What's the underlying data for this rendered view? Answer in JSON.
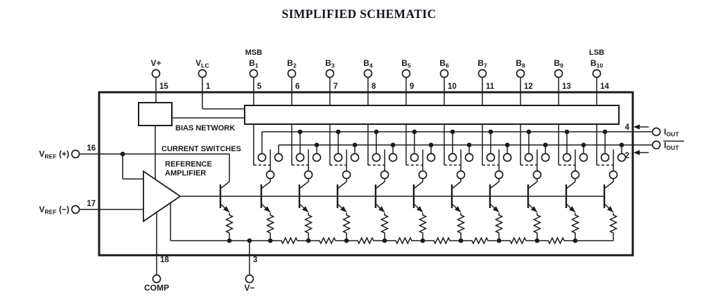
{
  "title": "SIMPLIFIED SCHEMATIC",
  "blocks": {
    "bias_network": "BIAS NETWORK",
    "current_switches": "CURRENT SWITCHES",
    "reference_amplifier": [
      "REFERENCE",
      "AMPLIFIER"
    ]
  },
  "top_pins": [
    {
      "id": "v-plus",
      "label": "V+",
      "sub": "",
      "number": "15"
    },
    {
      "id": "v-lc",
      "label": "V",
      "sub": "LC",
      "number": "1"
    },
    {
      "id": "b1",
      "label": "B",
      "sub": "1",
      "number": "5",
      "tag": "MSB"
    },
    {
      "id": "b2",
      "label": "B",
      "sub": "2",
      "number": "6"
    },
    {
      "id": "b3",
      "label": "B",
      "sub": "3",
      "number": "7"
    },
    {
      "id": "b4",
      "label": "B",
      "sub": "4",
      "number": "8"
    },
    {
      "id": "b5",
      "label": "B",
      "sub": "5",
      "number": "9"
    },
    {
      "id": "b6",
      "label": "B",
      "sub": "6",
      "number": "10"
    },
    {
      "id": "b7",
      "label": "B",
      "sub": "7",
      "number": "11"
    },
    {
      "id": "b8",
      "label": "B",
      "sub": "8",
      "number": "12"
    },
    {
      "id": "b9",
      "label": "B",
      "sub": "9",
      "number": "13"
    },
    {
      "id": "b10",
      "label": "B",
      "sub": "10",
      "number": "14",
      "tag": "LSB"
    }
  ],
  "left_pins": [
    {
      "id": "vref-plus",
      "label": "V",
      "sub": "REF",
      "suffix": "(+)",
      "number": "16"
    },
    {
      "id": "vref-minus",
      "label": "V",
      "sub": "REF",
      "suffix": "(−)",
      "number": "17"
    }
  ],
  "bottom_pins": [
    {
      "id": "comp",
      "label": "COMP",
      "number": "18"
    },
    {
      "id": "v-minus",
      "label": "V−",
      "number": "3"
    }
  ],
  "right_pins": [
    {
      "id": "iout",
      "label": "I",
      "sub": "OUT",
      "number": "4",
      "overline": false
    },
    {
      "id": "iout-bar",
      "label": "I",
      "sub": "OUT",
      "number": "2",
      "overline": true
    }
  ],
  "colors": {
    "line": "#1a1a1a",
    "title": "#14141f",
    "background": "#ffffff"
  }
}
